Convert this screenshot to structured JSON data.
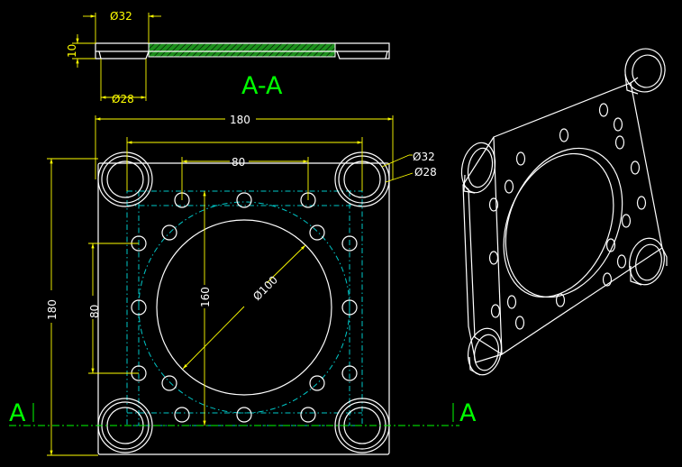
{
  "section": {
    "title": "A-A",
    "dia_outer": "Ø32",
    "dia_inner": "Ø28",
    "thickness": "10"
  },
  "plan": {
    "width": "180",
    "bolt_pitch": "80",
    "bore": "Ø100",
    "height": "180",
    "bolt_pitch_v": "80",
    "center_span": "160",
    "corner_outer": "Ø32",
    "corner_inner": "Ø28",
    "section_left": "A",
    "section_right": "A"
  },
  "colors": {
    "dimension": "#ffff00",
    "outline": "#ffffff",
    "centerline": "#00c8c8",
    "section_label": "#00ff00",
    "hatch": "#22aa22"
  }
}
